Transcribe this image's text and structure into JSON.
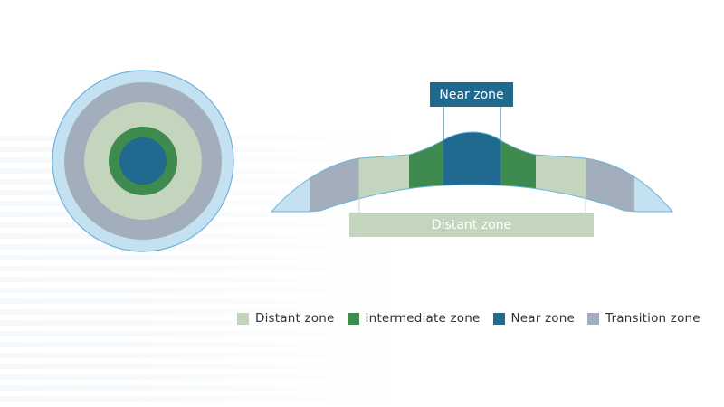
{
  "colors": {
    "distant": "#c4d5be",
    "intermediate": "#3f8a4f",
    "near": "#1f6a8e",
    "transition": "#a2aebb",
    "outer_edge": "#c3e1f1",
    "outline": "#6bb4da"
  },
  "callouts": {
    "near_label": "Near zone",
    "distant_label": "Distant zone"
  },
  "legend": {
    "items": [
      {
        "label": "Distant zone",
        "color": "#c4d5be"
      },
      {
        "label": "Intermediate zone",
        "color": "#3f8a4f"
      },
      {
        "label": "Near zone",
        "color": "#1f6a8e"
      },
      {
        "label": "Transition zone",
        "color": "#a2aebb"
      }
    ]
  }
}
